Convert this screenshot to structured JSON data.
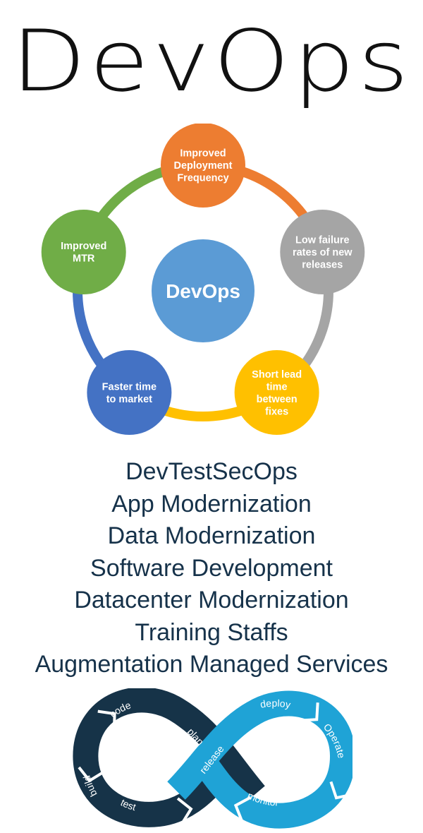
{
  "title": "DevOps",
  "cycle": {
    "center": "DevOps",
    "nodes": [
      {
        "lines": [
          "Improved",
          "Deployment",
          "Frequency"
        ],
        "color": "#ed7d31"
      },
      {
        "lines": [
          "Low failure",
          "rates of new",
          "releases"
        ],
        "color": "#a5a5a5"
      },
      {
        "lines": [
          "Short lead",
          "time",
          "between",
          "fixes"
        ],
        "color": "#ffc000"
      },
      {
        "lines": [
          "Faster time",
          "to market"
        ],
        "color": "#4472c4"
      },
      {
        "lines": [
          "Improved",
          "MTR"
        ],
        "color": "#70ad47"
      }
    ],
    "center_color": "#5b9bd5"
  },
  "services": [
    "DevTestSecOps",
    " App Modernization",
    "Data Modernization ",
    "Software Development",
    "Datacenter Modernization",
    "Training Staffs",
    "Augmentation Managed Services"
  ],
  "loop": {
    "dark_color": "#163348",
    "light_color": "#1fa3d6",
    "labels": {
      "code": "code",
      "build": "build",
      "test": "test",
      "plan": "plan",
      "release": "release",
      "deploy": "deploy",
      "operate": "Operate",
      "monitor": "monitor"
    }
  }
}
